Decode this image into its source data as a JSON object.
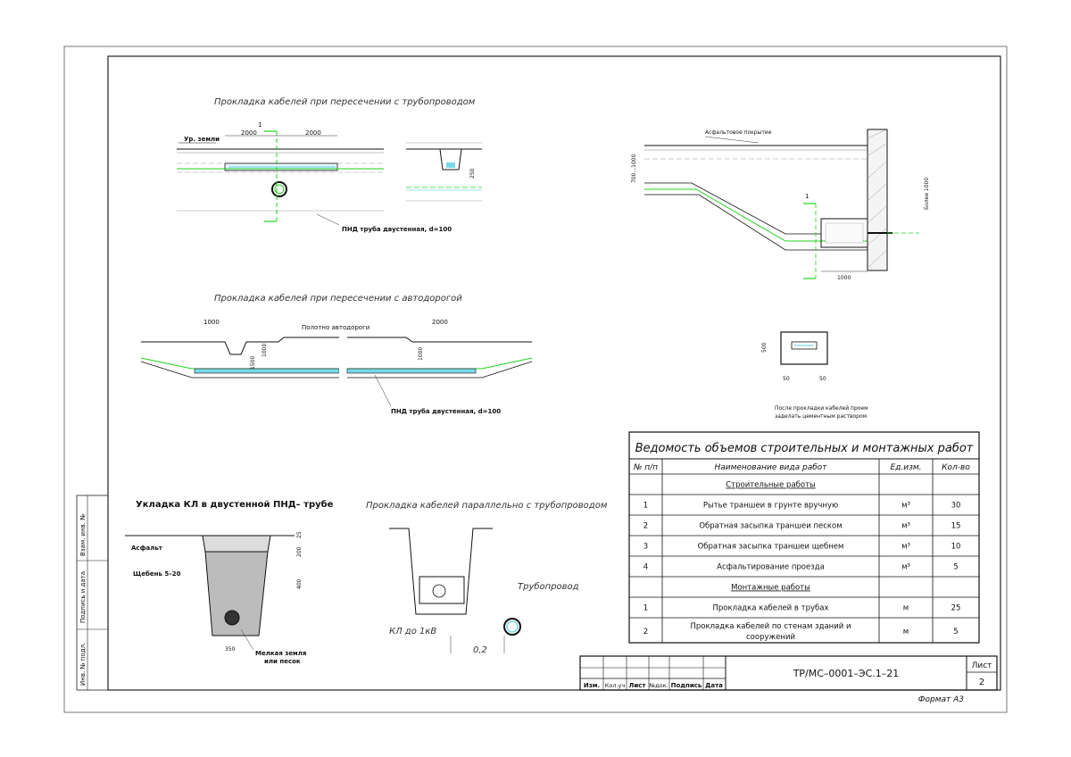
{
  "drawing1": {
    "title": "Прокладка кабелей при пересечении с трубопроводом",
    "ground_label": "Ур. земли",
    "dim_left": "2000",
    "dim_right": "2000",
    "section_mark": "1",
    "pipe_label": "ПНД труба двустенная, d=100",
    "section_dim": "250"
  },
  "drawing2": {
    "title": "Прокладка кабелей при пересечении с автодорогой",
    "road_label": "Полотно автодороги",
    "dim_left": "1000",
    "dim_right": "2000",
    "depth_a": "1500",
    "depth_b": "1000",
    "depth_c": "1000",
    "pipe_label": "ПНД труба двустенная, d=100"
  },
  "drawing3": {
    "asphalt_label": "Асфальтовое покрытие",
    "depth_left": "700...1000",
    "depth_right": "Более 1000",
    "section_mark": "1",
    "dim_bottom": "1000"
  },
  "drawing4": {
    "dim_height": "500",
    "dim_a": "50",
    "dim_b": "50",
    "note_line1": "После прокладки кабелей проем",
    "note_line2": "заделать цементным раствором"
  },
  "drawing5": {
    "title": "Укладка КЛ в двустенной ПНД– трубе",
    "asphalt": "Асфальт",
    "gravel": "Щебень 5–20",
    "soil_line1": "Мелкая земля",
    "soil_line2": "или песок",
    "dim_top": "25",
    "dim_mid": "200",
    "dim_low": "400",
    "dim_width": "350"
  },
  "drawing6": {
    "title": "Прокладка кабелей параллельно с трубопроводом",
    "pipe_label": "Трубопровод",
    "cable_label": "КЛ до 1кВ",
    "dim": "0,2"
  },
  "table": {
    "title": "Ведомость объемов строительных и монтажных работ",
    "headers": [
      "№ п/п",
      "Наименование вида работ",
      "Ед.изм.",
      "Кол-во"
    ],
    "rows": [
      {
        "section": "Строительные работы"
      },
      {
        "n": "1",
        "name": "Рытье траншеи в грунте вручную",
        "unit": "м³",
        "qty": "30"
      },
      {
        "n": "2",
        "name": "Обратная засыпка траншеи песком",
        "unit": "м³",
        "qty": "15"
      },
      {
        "n": "3",
        "name": "Обратная засыпка траншеи щебнем",
        "unit": "м³",
        "qty": "10"
      },
      {
        "n": "4",
        "name": "Асфальтирование проезда",
        "unit": "м³",
        "qty": "5"
      },
      {
        "section": "Монтажные работы"
      },
      {
        "n": "1",
        "name": "Прокладка кабелей в трубах",
        "unit": "м",
        "qty": "25"
      },
      {
        "n": "2",
        "name": "Прокладка кабелей по стенам зданий и",
        "name2": "сооружений",
        "unit": "м",
        "qty": "5"
      }
    ]
  },
  "stamp": {
    "code": "ТР/МС–0001–ЭС.1–21",
    "sheet_label": "Лист",
    "sheet_no": "2",
    "cols": [
      "Изм.",
      "Кол.уч",
      "Лист",
      "№док.",
      "Подпись",
      "Дата"
    ]
  },
  "side_stamp": [
    "Взам. инв. №",
    "Подпись и дата",
    "Инв. № подл."
  ],
  "format": "Формат А3",
  "colors": {
    "line": "#111111",
    "green": "#1fd41f",
    "cyan": "#7ad7e8"
  }
}
